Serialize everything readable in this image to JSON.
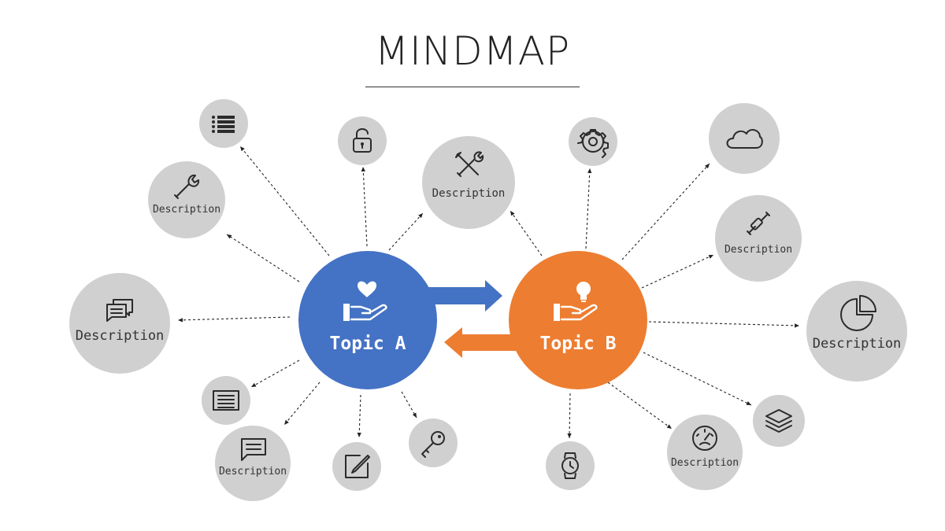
{
  "title": "MINDMAP",
  "colors": {
    "topic_a": "#4472c4",
    "topic_b": "#ed7d31",
    "node": "#d0d0d0"
  },
  "topic_a": {
    "label": "Topic A",
    "icon": "heart-hand-icon"
  },
  "topic_b": {
    "label": "Topic B",
    "icon": "bulb-hand-icon"
  },
  "nodes": {
    "list": {
      "icon": "list-icon"
    },
    "wrench": {
      "label": "Description",
      "icon": "wrench-icon"
    },
    "lock": {
      "icon": "lock-icon"
    },
    "tools": {
      "label": "Description",
      "icon": "tools-icon"
    },
    "chat": {
      "label": "Description",
      "icon": "chat-icon"
    },
    "doc": {
      "icon": "document-icon"
    },
    "msg": {
      "label": "Description",
      "icon": "message-icon"
    },
    "edit": {
      "icon": "edit-icon"
    },
    "key": {
      "icon": "key-icon"
    },
    "gear": {
      "icon": "gear-icon"
    },
    "cloud": {
      "icon": "cloud-icon"
    },
    "screwdriver": {
      "label": "Description",
      "icon": "screwdriver-icon"
    },
    "pie": {
      "label": "Description",
      "icon": "pie-chart-icon"
    },
    "layers": {
      "icon": "layers-icon"
    },
    "gauge": {
      "label": "Description",
      "icon": "gauge-icon"
    },
    "watch": {
      "icon": "watch-icon"
    }
  }
}
